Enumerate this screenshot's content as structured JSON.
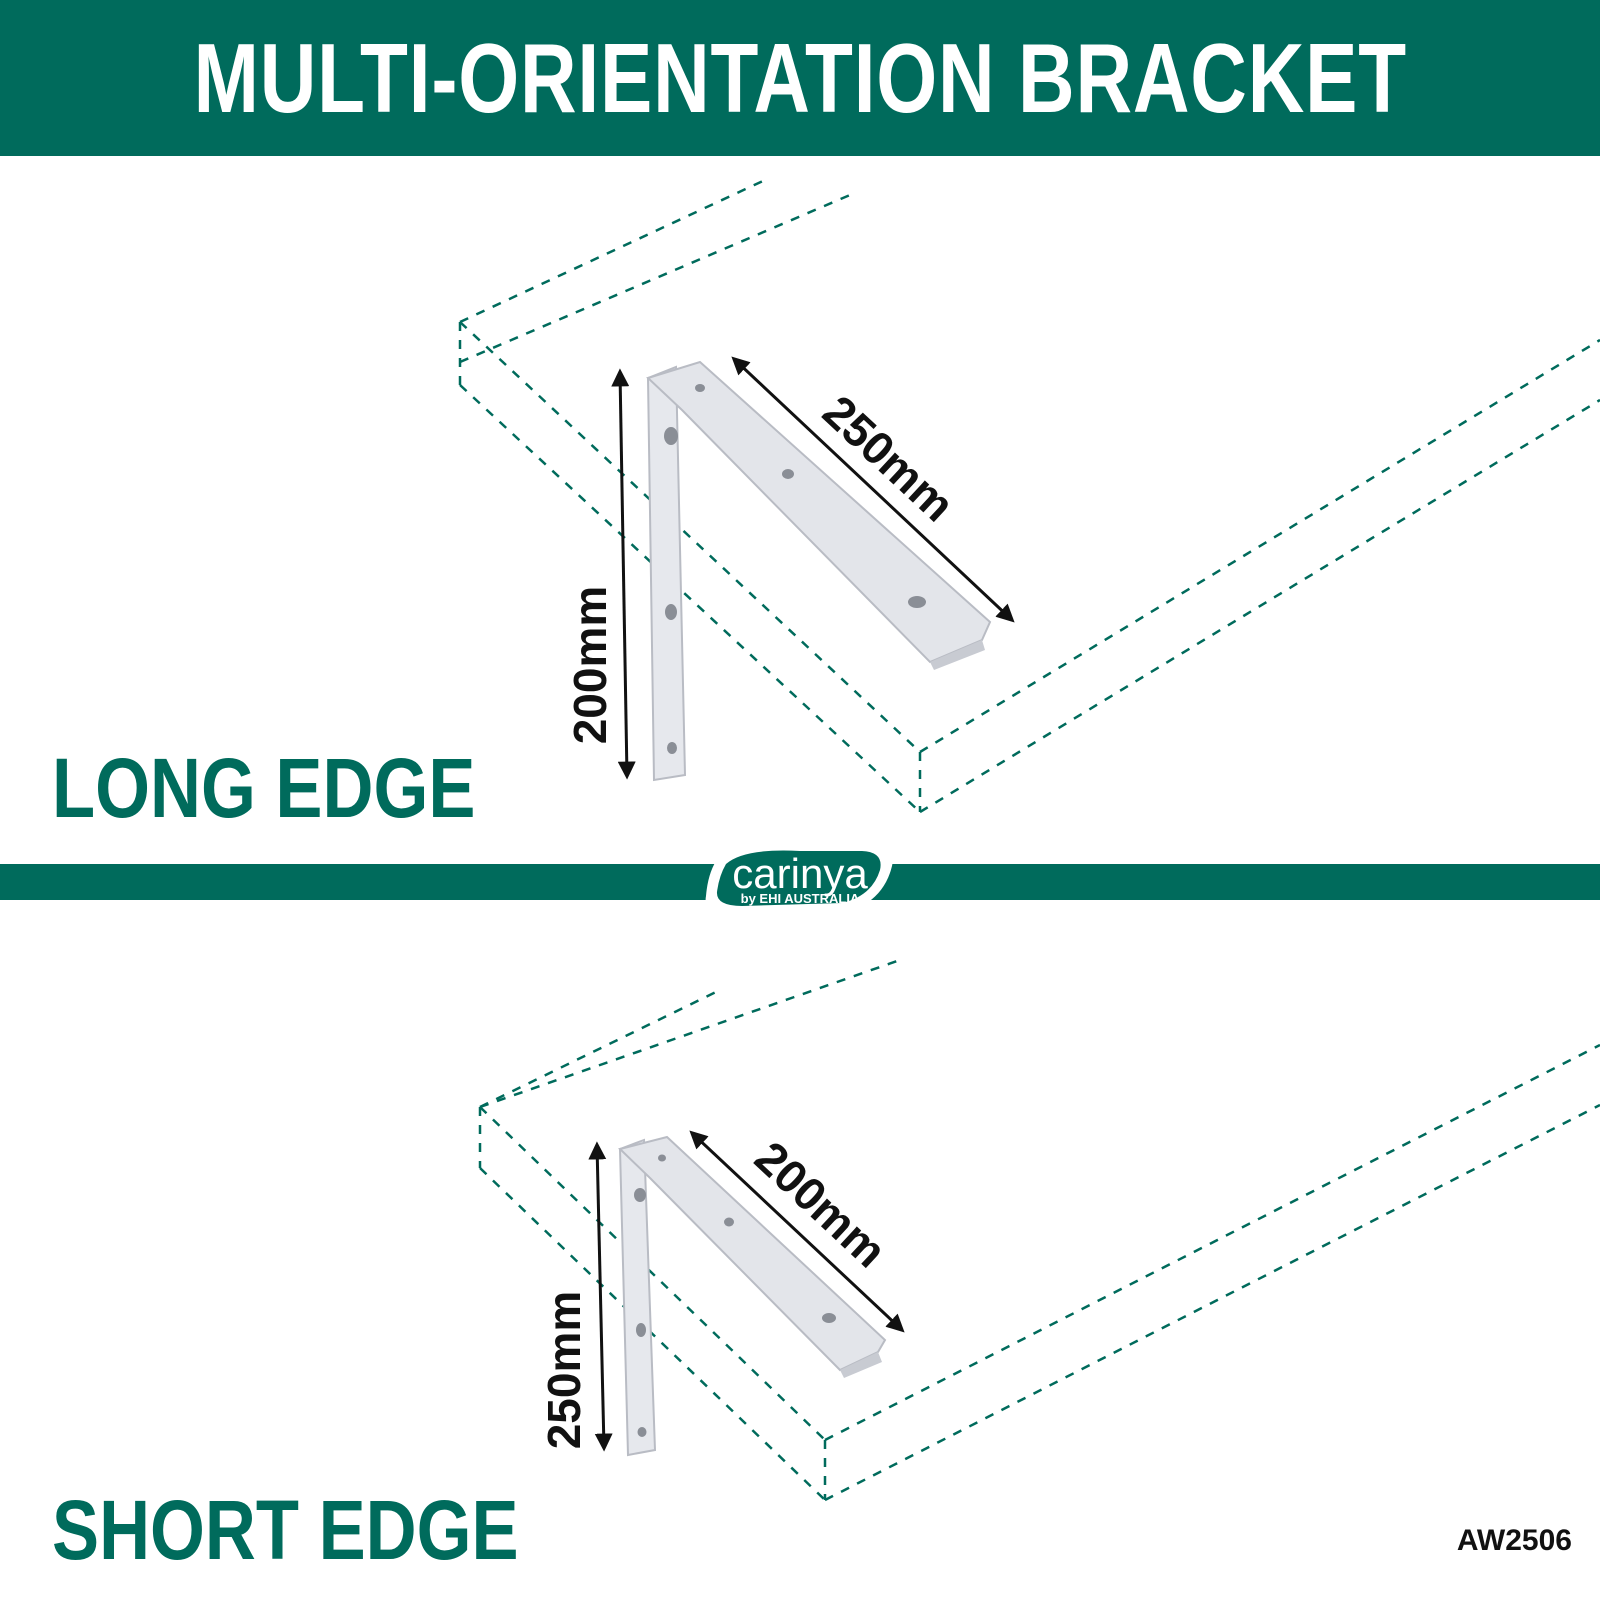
{
  "header": {
    "title": "MULTI-ORIENTATION BRACKET"
  },
  "long_edge": {
    "label": "LONG EDGE",
    "vertical_dim": "200mm",
    "diagonal_dim": "250mm"
  },
  "short_edge": {
    "label": "SHORT EDGE",
    "vertical_dim": "250mm",
    "diagonal_dim": "200mm"
  },
  "logo": {
    "name": "carinya",
    "tagline": "by EHI AUSTRALIA"
  },
  "product_code": "AW2506",
  "colors": {
    "brand": "#006b5c",
    "bracket": "#e3e5ea",
    "text": "#111111"
  }
}
